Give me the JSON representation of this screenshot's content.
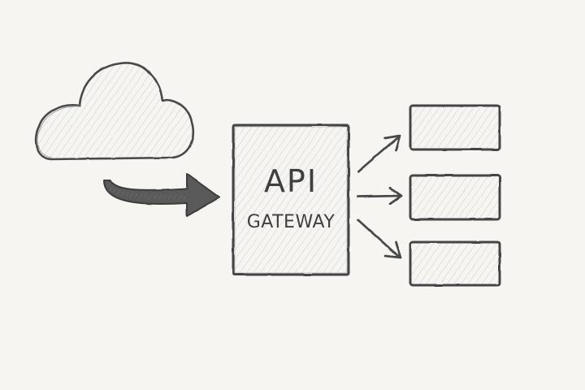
{
  "diagram": {
    "gateway": {
      "line1": "API",
      "line2": "GATEWAY"
    },
    "nodes": {
      "source": "cloud",
      "services": [
        "service",
        "service",
        "service"
      ]
    },
    "edges": [
      {
        "from": "cloud",
        "to": "api-gateway"
      },
      {
        "from": "api-gateway",
        "to": "service-1"
      },
      {
        "from": "api-gateway",
        "to": "service-2"
      },
      {
        "from": "api-gateway",
        "to": "service-3"
      }
    ],
    "colors": {
      "paper": "#f6f5f2",
      "pencil": "#4a4a4a",
      "shade": "#bdbdbd",
      "arrow_fill": "#555555"
    }
  }
}
